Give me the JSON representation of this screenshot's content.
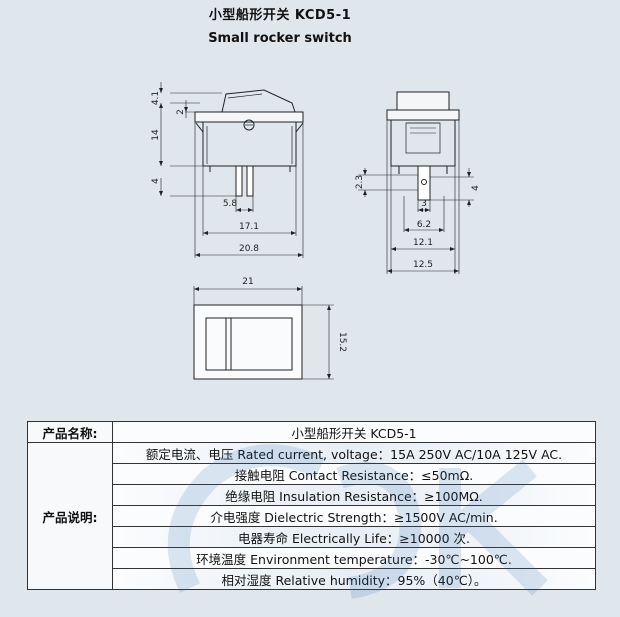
{
  "title": {
    "cn": "小型船形开关 KCD5-1",
    "en": "Small rocker switch"
  },
  "dimensions": {
    "side_top_4_1": "4.1",
    "side_top_2": "2",
    "side_14": "14",
    "side_4": "4",
    "side_5_8": "5.8",
    "side_17_1": "17.1",
    "side_20_8": "20.8",
    "end_2_3": "2.3",
    "end_4": "4",
    "end_3": "3",
    "end_6_2": "6.2",
    "end_12_1": "12.1",
    "end_12_5": "12.5",
    "front_21": "21",
    "front_15_2": "15.2"
  },
  "spec_table": {
    "name_label": "产品名称:",
    "name_value": "小型船形开关 KCD5-1",
    "desc_label": "产品说明:",
    "rows": [
      "额定电流、电压 Rated current, voltage：15A 250V AC/10A 125V AC.",
      "接触电阻 Contact Resistance：≤50mΩ.",
      "绝缘电阻 Insulation Resistance：≥100MΩ.",
      "介电强度 Dielectric Strength：≥1500V AC/min.",
      "电器寿命 Electrically Life：≥10000 次.",
      "环境温度 Environment temperature：-30℃~100℃.",
      "相对湿度 Relative humidity：95%（40℃）。"
    ]
  }
}
